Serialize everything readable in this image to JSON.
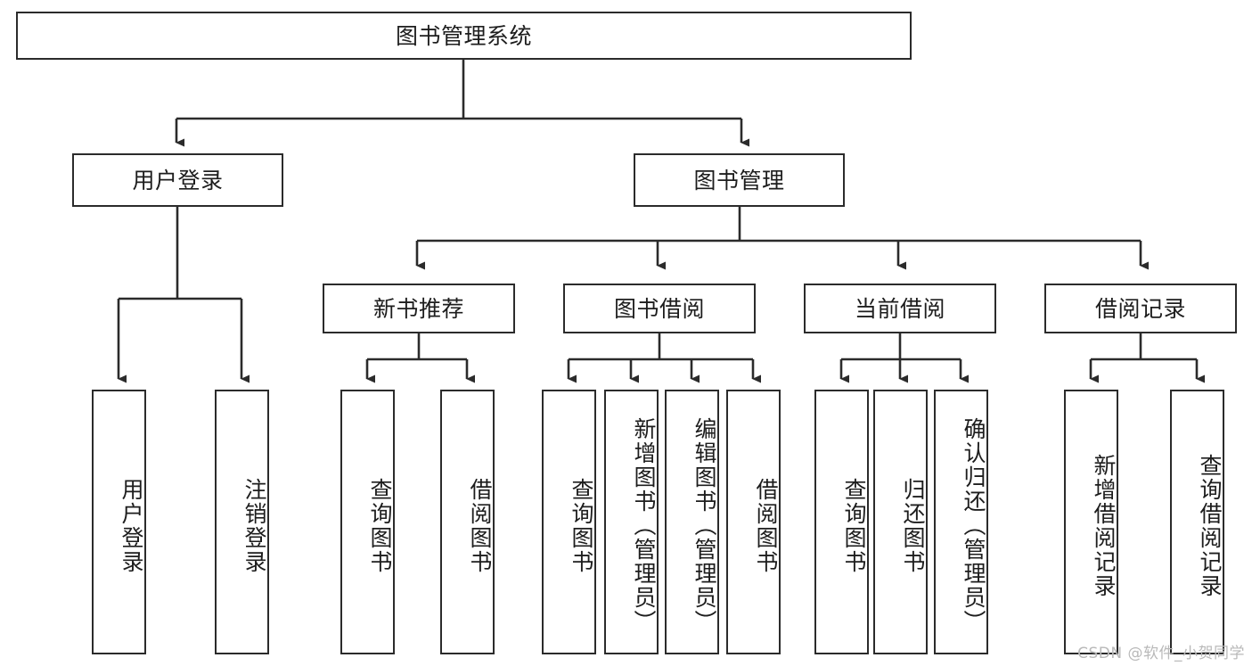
{
  "diagram": {
    "title": "图书管理系统",
    "type": "hierarchy-tree",
    "root": {
      "label": "图书管理系统"
    },
    "level2": [
      {
        "label": "用户登录"
      },
      {
        "label": "图书管理"
      }
    ],
    "level3": [
      {
        "label": "新书推荐"
      },
      {
        "label": "图书借阅"
      },
      {
        "label": "当前借阅"
      },
      {
        "label": "借阅记录"
      }
    ],
    "leaves": {
      "user_login": [
        {
          "label": "用户登录"
        },
        {
          "label": "注销登录"
        }
      ],
      "new_book_recommend": [
        {
          "label": "查询图书"
        },
        {
          "label": "借阅图书"
        }
      ],
      "book_borrow": [
        {
          "label": "查询图书"
        },
        {
          "label": "新增图书（管理员）"
        },
        {
          "label": "编辑图书（管理员）"
        },
        {
          "label": "借阅图书"
        }
      ],
      "current_borrow": [
        {
          "label": "查询图书"
        },
        {
          "label": "归还图书"
        },
        {
          "label": "确认归还（管理员）"
        }
      ],
      "borrow_record": [
        {
          "label": "新增借阅记录"
        },
        {
          "label": "查询借阅记录"
        }
      ]
    }
  },
  "watermark": {
    "text": "CSDN @软件_小贺同学"
  },
  "colors": {
    "border": "#2b2b2b",
    "text": "#1d1d1d",
    "background": "#ffffff",
    "watermark": "#b9b9b9"
  }
}
